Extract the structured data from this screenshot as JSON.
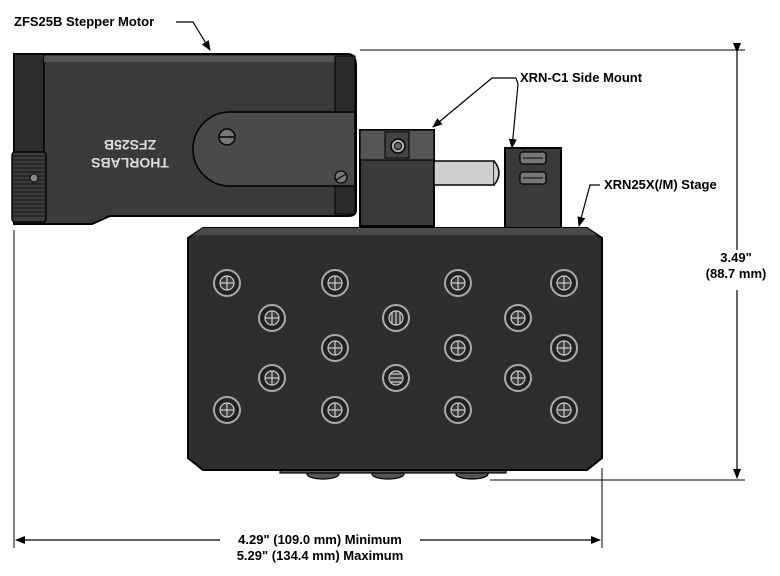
{
  "labels": {
    "motor": "ZFS25B Stepper Motor",
    "side_mount": "XRN-C1 Side Mount",
    "stage": "XRN25X(/M) Stage"
  },
  "motor_logo": {
    "brand": "THORLABS",
    "model": "ZFS25B"
  },
  "dimensions": {
    "height_in": "3.49\"",
    "height_mm": "(88.7 mm)",
    "width_min": "4.29\" (109.0 mm) Minimum",
    "width_max": "5.29\" (134.4 mm) Maximum"
  }
}
